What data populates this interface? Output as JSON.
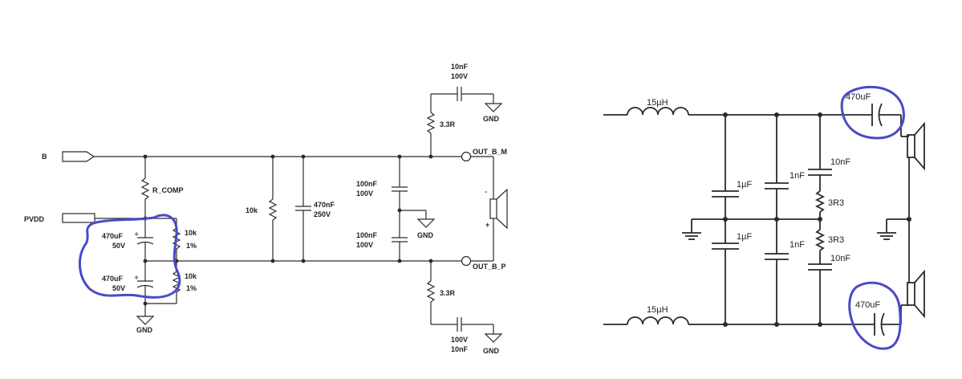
{
  "left": {
    "net_b": "B",
    "net_pvdd": "PVDD",
    "r_comp": "R_COMP",
    "c_top_value": "470uF",
    "c_top_voltage": "50V",
    "c_bot_value": "470uF",
    "c_bot_voltage": "50V",
    "r_top_value": "10k",
    "r_top_tol": "1%",
    "r_bot_value": "10k",
    "r_bot_tol": "1%",
    "gnd_left": "GND",
    "r_10k": "10k",
    "c_470n_value": "470nF",
    "c_470n_voltage": "250V",
    "c_100n_top_value": "100nF",
    "c_100n_top_voltage": "100V",
    "c_100n_bot_value": "100nF",
    "c_100n_bot_voltage": "100V",
    "gnd_mid": "GND",
    "snub_top_c_value": "10nF",
    "snub_top_c_voltage": "100V",
    "snub_top_r": "3.3R",
    "gnd_top": "GND",
    "snub_bot_r": "3.3R",
    "snub_bot_c_voltage": "100V",
    "snub_bot_c_value": "10nF",
    "gnd_bot": "GND",
    "out_m": "OUT_B_M",
    "out_p": "OUT_B_P",
    "spk_minus": "-",
    "spk_plus": "+"
  },
  "right": {
    "l_top": "15µH",
    "l_bot": "15µH",
    "c1_top": "1µF",
    "c1_bot": "1µF",
    "c2_top": "1nF",
    "c2_bot": "1nF",
    "c3_top": "10nF",
    "c3_bot": "10nF",
    "r_top": "3R3",
    "r_bot": "3R3",
    "dc_top": "470uF",
    "dc_bot": "470uF"
  },
  "highlight_color": "#4a4ac8"
}
